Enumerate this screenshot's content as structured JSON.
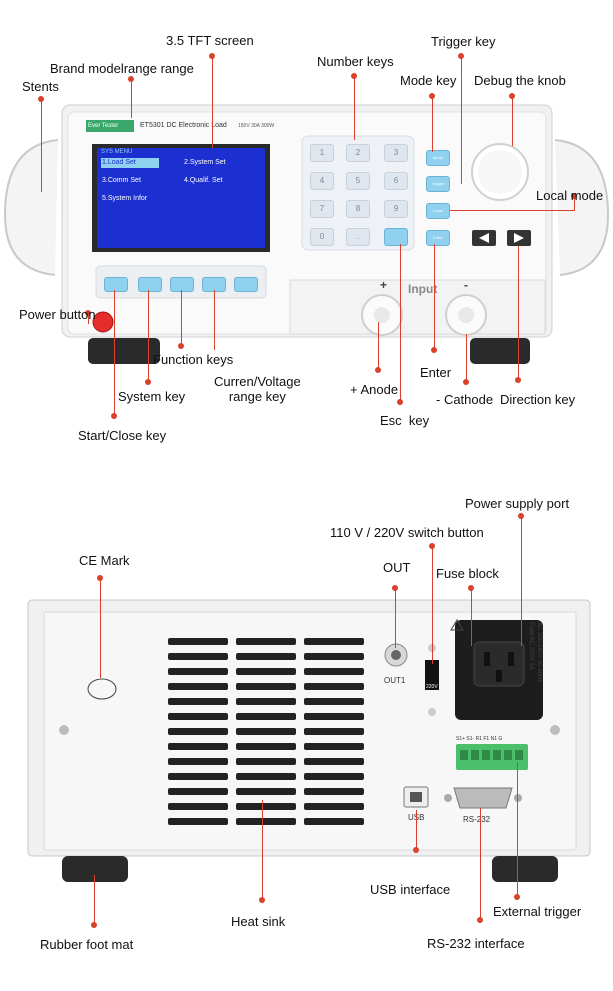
{
  "front": {
    "brand_label": "Ever Tester",
    "model_label": "ET5301  DC Electronic Load",
    "model_range": "150V 30A 300W",
    "screen": {
      "header": "SYS MENU",
      "items": [
        "1.Load  Set",
        "2.System Set",
        "3.Comm  Set",
        "4.Qualif. Set",
        "5.System Infor"
      ]
    },
    "number_keys": [
      "1",
      "2",
      "3",
      "4",
      "5",
      "6",
      "7",
      "8",
      "9",
      "0",
      "."
    ],
    "side_keys": [
      "Mode",
      "Trigger",
      "Local",
      "Enter"
    ],
    "input_label": "Input",
    "plus": "+",
    "minus": "-",
    "annotations": {
      "stents": "Stents",
      "brand_model_range": "Brand modelrange range",
      "tft_screen": "3.5 TFT screen",
      "number_keys": "Number keys",
      "trigger_key": "Trigger key",
      "mode_key": "Mode key",
      "debug_knob": "Debug the knob",
      "local_mode": "Local mode",
      "power_button": "Power button",
      "function_keys": "Function keys",
      "current_voltage_range": "Curren/Voltage\nrange key",
      "system_key": "System key",
      "start_close_key": "Start/Close key",
      "anode": "+ Anode",
      "enter": "Enter",
      "esc_key": "Esc  key",
      "cathode": "- Cathode",
      "direction_key": "Direction key"
    }
  },
  "back": {
    "out1": "OUT1",
    "usb": "USB",
    "rs232": "RS-232",
    "terminal_label": "S1+ S1- R1 F1 N1 G",
    "power_rating": "AC 200-240V 50-60Hz\nFuse AC 250V 1A",
    "switch_label": "220V",
    "annotations": {
      "ce_mark": "CE Mark",
      "power_supply_port": "Power supply port",
      "switch_button": "110 V / 220V switch button",
      "out": "OUT",
      "fuse_block": "Fuse block",
      "usb_interface": "USB interface",
      "heat_sink": "Heat sink",
      "external_trigger": "External trigger",
      "rubber_foot_mat": "Rubber foot mat",
      "rs232_interface": "RS-232 interface"
    }
  },
  "colors": {
    "annotation_red": "#d9412b",
    "key_blue": "#8fd1ee",
    "panel_white": "#f2f2f2",
    "screen_blue": "#1c2fd0"
  }
}
